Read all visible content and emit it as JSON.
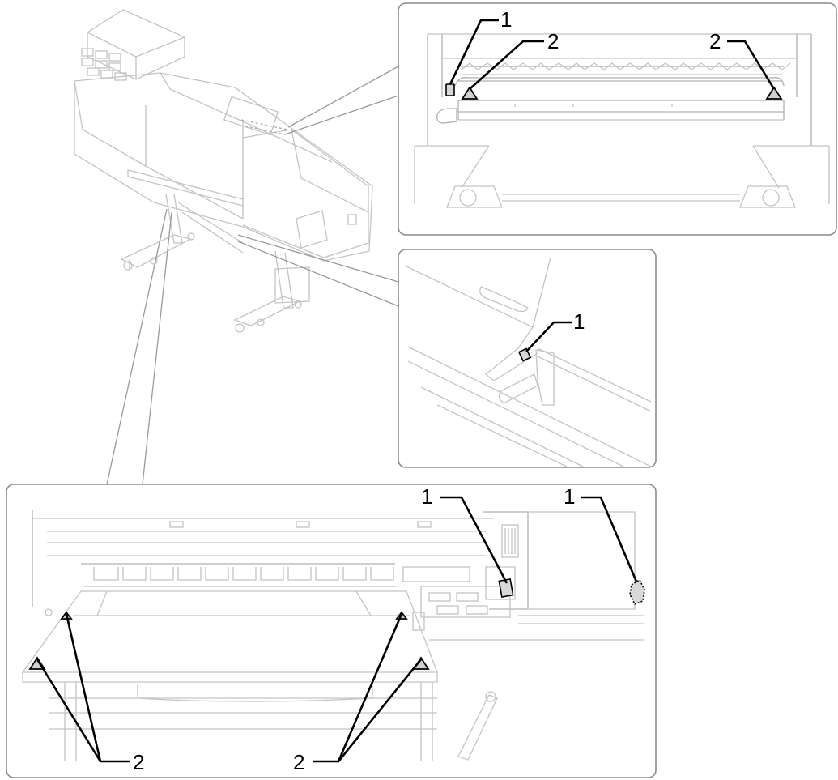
{
  "callouts": {
    "top_panel": {
      "sensor": "1",
      "guide_left": "2",
      "guide_right": "2"
    },
    "middle_panel": {
      "sensor": "1"
    },
    "bottom_panel": {
      "sensor_center": "1",
      "sensor_right": "1",
      "guides_left": "2",
      "guides_right": "2"
    }
  },
  "colors": {
    "leader": "#000000",
    "outline": "#c4c4c4",
    "frame": "#8c8c8c",
    "marker_fill": "#d0d0d0"
  }
}
